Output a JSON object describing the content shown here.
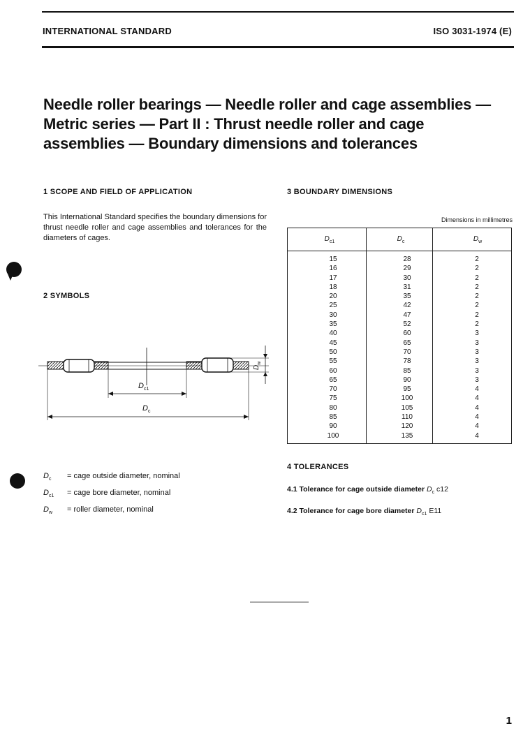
{
  "header": {
    "left": "INTERNATIONAL STANDARD",
    "right": "ISO 3031-1974 (E)"
  },
  "title": {
    "line1": "Needle roller bearings — Needle roller and cage assemblies —",
    "line2": "Metric series — Part II : Thrust needle roller and cage",
    "line3": "assemblies — Boundary dimensions and tolerances"
  },
  "section1": {
    "heading": "1  SCOPE AND FIELD OF APPLICATION",
    "text": "This International Standard specifies the boundary dimensions for thrust needle roller and cage assemblies and tolerances for the diameters of cages."
  },
  "section2": {
    "heading": "2  SYMBOLS"
  },
  "figure": {
    "label_dc1": "D",
    "label_dc1_sub": "c1",
    "label_dc": "D",
    "label_dc_sub": "c",
    "label_dw": "D",
    "label_dw_sub": "w"
  },
  "symbols": [
    {
      "symbol": "D",
      "sub": "c",
      "definition": "= cage outside diameter, nominal"
    },
    {
      "symbol": "D",
      "sub": "c1",
      "definition": "= cage bore diameter, nominal"
    },
    {
      "symbol": "D",
      "sub": "w",
      "definition": "= roller diameter, nominal"
    }
  ],
  "section3": {
    "heading": "3  BOUNDARY DIMENSIONS",
    "note": "Dimensions in millimetres",
    "columns": [
      {
        "symbol": "D",
        "sub": "c1"
      },
      {
        "symbol": "D",
        "sub": "c"
      },
      {
        "symbol": "D",
        "sub": "w"
      }
    ],
    "dc1": "15\n16\n17\n18\n20\n25\n30\n35\n40\n45\n50\n55\n60\n65\n70\n75\n80\n85\n90\n100",
    "dc": "28\n29\n30\n31\n35\n42\n47\n52\n60\n65\n70\n78\n85\n90\n95\n100\n105\n110\n120\n135",
    "dw": "2\n2\n2\n2\n2\n2\n2\n2\n3\n3\n3\n3\n3\n3\n4\n4\n4\n4\n4\n4"
  },
  "section4": {
    "heading": "4  TOLERANCES",
    "item1": {
      "label": "4.1  Tolerance for cage outside diameter",
      "symbol": "D",
      "sub": "c",
      "value": "c12"
    },
    "item2": {
      "label": "4.2  Tolerance for cage bore diameter",
      "symbol": "D",
      "sub": "c1",
      "value": "E11"
    }
  },
  "page_number": "1"
}
